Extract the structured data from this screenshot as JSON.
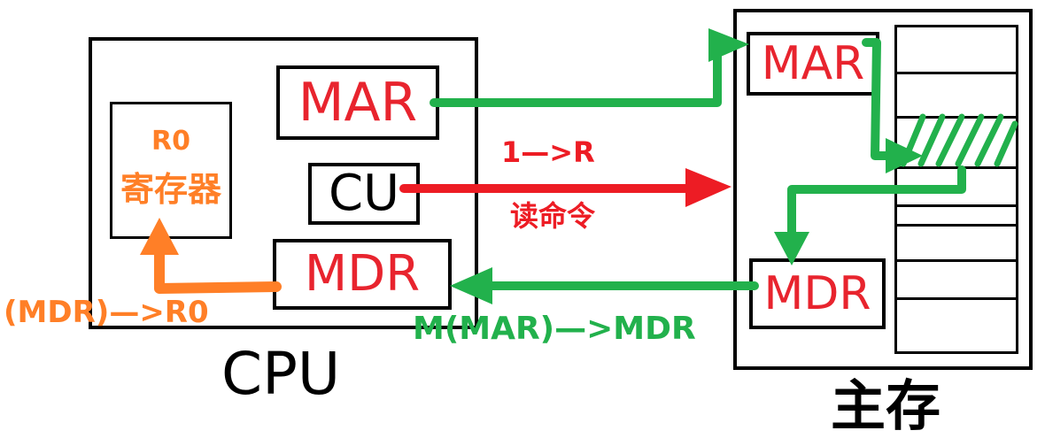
{
  "cpu": {
    "label": "CPU",
    "mar_label": "MAR",
    "cu_label": "CU",
    "mdr_label": "MDR",
    "r0": {
      "name": "R0",
      "desc": "寄存器"
    }
  },
  "memory": {
    "label": "主存",
    "mar_label": "MAR",
    "mdr_label": "MDR",
    "cells": 8,
    "highlighted_cell": 3
  },
  "annotations": {
    "address": "1—>R",
    "read_cmd": "读命令",
    "to_mdr": "M(MAR)—>MDR",
    "to_r0": "(MDR)—>R0"
  },
  "colors": {
    "green": "#22b14c",
    "red": "#ed1c24",
    "orange": "#ff7f27",
    "black": "#000000"
  }
}
